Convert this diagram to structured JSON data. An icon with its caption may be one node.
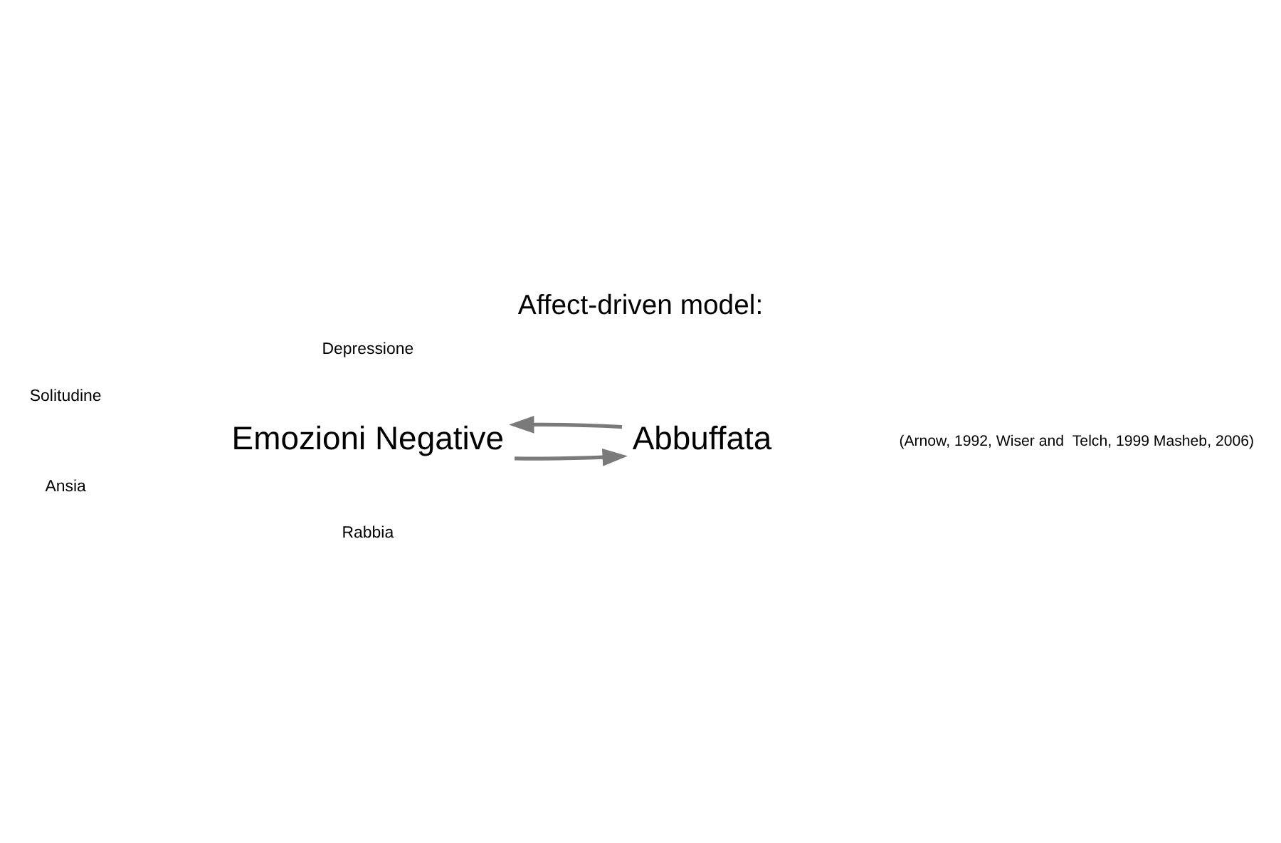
{
  "diagram": {
    "title": "Affect-driven model:",
    "nodes": [
      {
        "text": [
          "Emozioni Negative"
        ]
      },
      {
        "text": [
          "Abbuffata"
        ]
      }
    ],
    "edges": [
      {
        "from": 0,
        "to": 1,
        "arrow": "to"
      },
      {
        "from": 1,
        "to": 0,
        "arrow": "to"
      }
    ],
    "labels": [
      "Solitudine",
      "Rabbia",
      "Ansia",
      "Depressione",
      "(Arnow, 1992, Wiser and  Telch, 1999 Masheb, 2006)"
    ]
  }
}
